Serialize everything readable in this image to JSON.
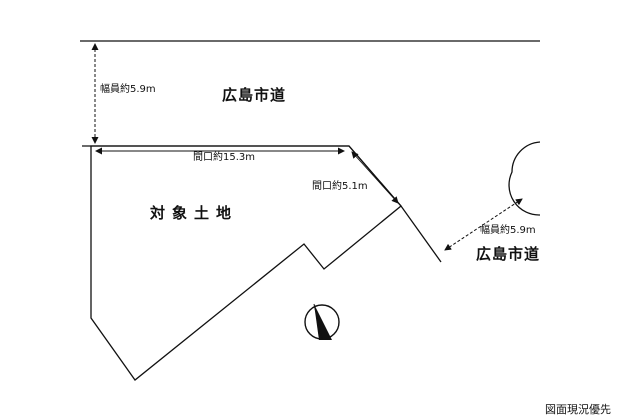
{
  "roads": {
    "north": {
      "name": "広島市道",
      "width_label": "幅員約5.9m"
    },
    "east": {
      "name": "広島市道",
      "width_label": "幅員約5.9m"
    }
  },
  "frontage": {
    "north_label": "間口約15.3m",
    "east_label": "間口約5.1m"
  },
  "parcel": {
    "label": "対象土地"
  },
  "compass": {
    "icon": "north-arrow-icon"
  },
  "footer": {
    "note": "図面現況優先"
  },
  "colors": {
    "line": "#111111",
    "background": "#ffffff"
  }
}
